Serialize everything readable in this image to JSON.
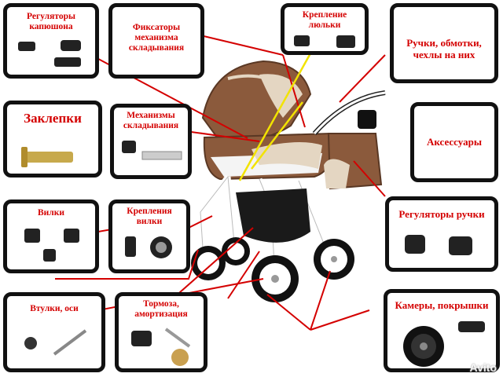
{
  "labels": {
    "hood_regulators": "Регуляторы\nкапюшона",
    "fold_locks": "Фиксаторы\nмеханизма\nскладывания",
    "cradle_mount": "Крепление\nлюльки",
    "handles": "Ручки, обмотки,\nчехлы на них",
    "rivets": "Заклепки",
    "fold_mechanisms": "Механизмы\nскладывания",
    "accessories": "Аксессуары",
    "forks": "Вилки",
    "fork_mounts": "Крепления\nвилки",
    "handle_regulators": "Регуляторы ручки",
    "bushings": "Втулки, оси",
    "brakes": "Тормоза,\nамортизация",
    "tires": "Камеры, покрышки"
  },
  "watermark": "Avito",
  "colors": {
    "accent": "#d40000",
    "frame": "#111111",
    "fabric": "#8b5a3c",
    "beige": "#e4d6c2"
  },
  "icons": [
    "stroller-image",
    "part-icon"
  ]
}
